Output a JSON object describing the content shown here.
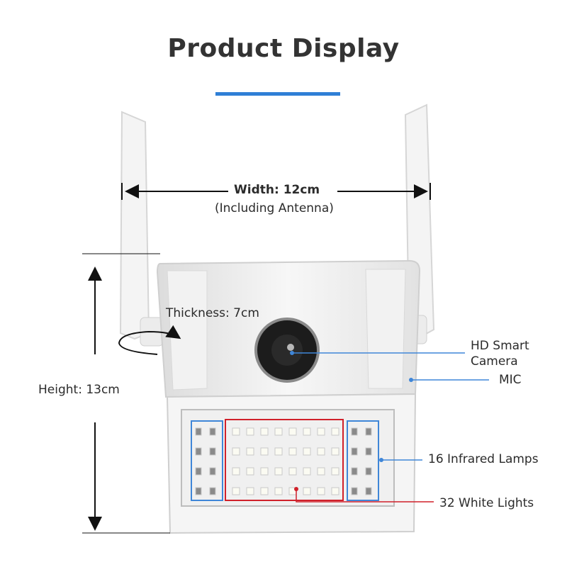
{
  "title": "Product Display",
  "dimensions": {
    "width_label": "Width: 12cm",
    "width_note": "(Including Antenna)",
    "height_label": "Height: 13cm",
    "thickness_label": "Thickness: 7cm"
  },
  "callouts": {
    "camera_line1": "HD Smart",
    "camera_line2": "Camera",
    "mic": "MIC",
    "infrared": "16 Infrared Lamps",
    "white_lights": "32 White Lights"
  },
  "colors": {
    "accent_blue": "#2f7fd6",
    "white_led_box": "#d0202a",
    "infrared_box": "#3f86d8"
  }
}
